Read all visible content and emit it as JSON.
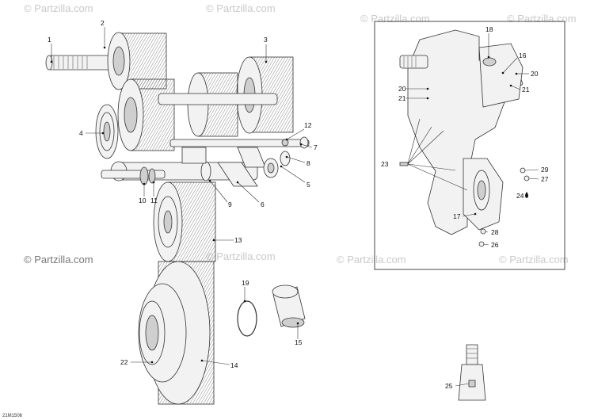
{
  "watermark": "© Partzilla.com",
  "diagram_code": "21M1506",
  "callouts": [
    {
      "id": "c1",
      "label": "1"
    },
    {
      "id": "c2",
      "label": "2"
    },
    {
      "id": "c3",
      "label": "3"
    },
    {
      "id": "c4",
      "label": "4"
    },
    {
      "id": "c5",
      "label": "5"
    },
    {
      "id": "c6",
      "label": "6"
    },
    {
      "id": "c7",
      "label": "7"
    },
    {
      "id": "c8",
      "label": "8"
    },
    {
      "id": "c9",
      "label": "9"
    },
    {
      "id": "c10",
      "label": "10"
    },
    {
      "id": "c11",
      "label": "11"
    },
    {
      "id": "c12",
      "label": "12"
    },
    {
      "id": "c13",
      "label": "13"
    },
    {
      "id": "c14",
      "label": "14"
    },
    {
      "id": "c15",
      "label": "15"
    },
    {
      "id": "c16",
      "label": "16"
    },
    {
      "id": "c17",
      "label": "17"
    },
    {
      "id": "c18",
      "label": "18"
    },
    {
      "id": "c19",
      "label": "19"
    },
    {
      "id": "c20a",
      "label": "20"
    },
    {
      "id": "c20b",
      "label": "20"
    },
    {
      "id": "c21a",
      "label": "21"
    },
    {
      "id": "c21b",
      "label": "21"
    },
    {
      "id": "c22",
      "label": "22"
    },
    {
      "id": "c23",
      "label": "23"
    },
    {
      "id": "c24",
      "label": "24"
    },
    {
      "id": "c25",
      "label": "25"
    },
    {
      "id": "c26",
      "label": "26"
    },
    {
      "id": "c27",
      "label": "27"
    },
    {
      "id": "c28",
      "label": "28"
    },
    {
      "id": "c29",
      "label": "29"
    }
  ]
}
